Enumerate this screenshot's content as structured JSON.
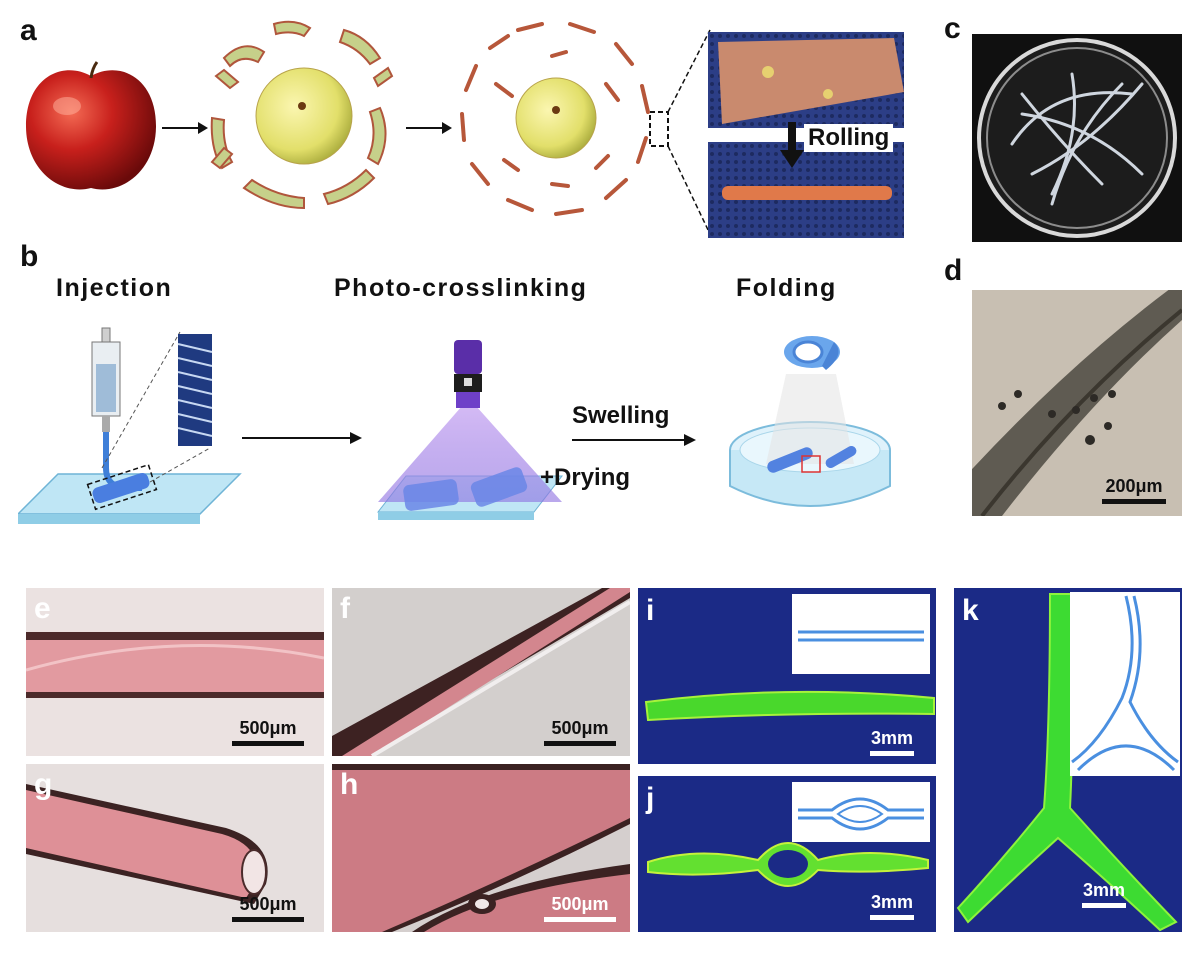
{
  "panels": {
    "a": {
      "label": "a",
      "rolling_label": "Rolling"
    },
    "b": {
      "label": "b",
      "steps": {
        "injection": "Injection",
        "photo": "Photo-crosslinking",
        "folding": "Folding"
      },
      "arrow_top": "Swelling",
      "arrow_bottom": "+Drying"
    },
    "c": {
      "label": "c"
    },
    "d": {
      "label": "d",
      "scale": "200μm"
    },
    "e": {
      "label": "e",
      "scale": "500μm"
    },
    "f": {
      "label": "f",
      "scale": "500μm"
    },
    "g": {
      "label": "g",
      "scale": "500μm"
    },
    "h": {
      "label": "h",
      "scale": "500μm"
    },
    "i": {
      "label": "i",
      "scale": "3mm"
    },
    "j": {
      "label": "j",
      "scale": "3mm"
    },
    "k": {
      "label": "k",
      "scale": "3mm"
    }
  },
  "colors": {
    "tube_pink": "#d77f87",
    "fluor_green": "#35d42a",
    "fluor_bg": "#1b2a88",
    "schematic_blue": "#4a8fe0",
    "uv_purple": "#7b4fd8"
  }
}
